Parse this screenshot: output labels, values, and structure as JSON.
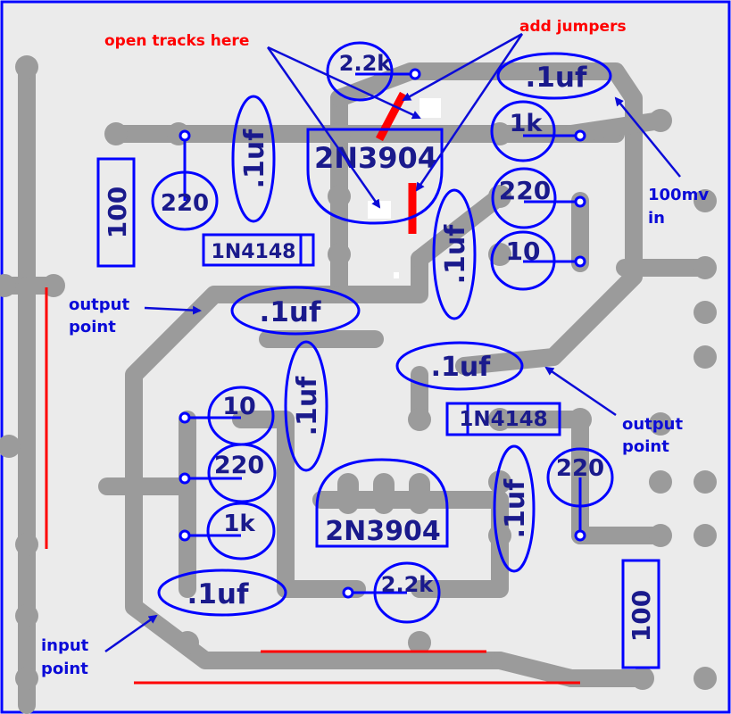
{
  "colors": {
    "board": "#ebebeb",
    "track": "#9b9b9b",
    "outline": "#0000ff",
    "label": "#1a1a8c",
    "annotation": "#0b0bd8",
    "jumper": "#ff0000"
  },
  "annotations": {
    "open_tracks": "open tracks here",
    "add_jumpers": "add jumpers",
    "in_100mv_line1": "100mv",
    "in_100mv_line2": "in",
    "output_left_line1": "output",
    "output_left_line2": "point",
    "output_right_line1": "output",
    "output_right_line2": "point",
    "input_line1": "input",
    "input_line2": "point"
  },
  "components": {
    "r_2k2_top": "2.2k",
    "c_top_right": ".1uf",
    "r_1k_top": "1k",
    "r_220_top_right": "220",
    "r_10_top": "10",
    "q_top": "2N3904",
    "c_vert_top_left": ".1uf",
    "r_220_top_left": "220",
    "r_100_left": "100",
    "d_top": "1N4148",
    "c_vert_mid": ".1uf",
    "c_output_left": ".1uf",
    "c_mid_right": ".1uf",
    "d_bottom": "1N4148",
    "c_vert_bottom_left": ".1uf",
    "r_10_bottom": "10",
    "r_220_bottom_left": "220",
    "r_1k_bottom": "1k",
    "c_input": ".1uf",
    "q_bottom": "2N3904",
    "r_2k2_bottom": "2.2k",
    "c_vert_bottom_right": ".1uf",
    "r_220_bottom_right": "220",
    "r_100_right": "100"
  }
}
